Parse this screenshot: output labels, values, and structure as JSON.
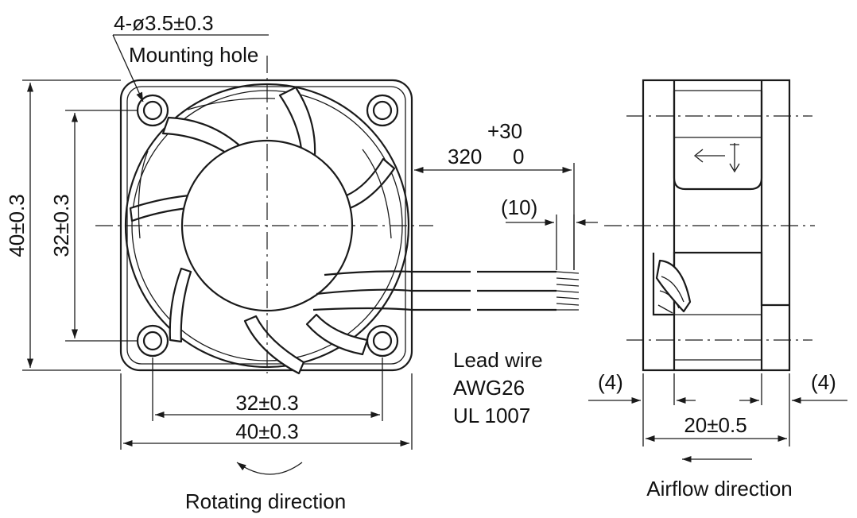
{
  "labels": {
    "hole_spec": "4-ø3.5±0.3",
    "hole_name": "Mounting hole",
    "height_outer": "40±0.3",
    "height_inner": "32±0.3",
    "width_inner": "32±0.3",
    "width_outer": "40±0.3",
    "lead_tol_plus": "+30",
    "lead_length": "320",
    "lead_tol_minus": "0",
    "strip_length": "(10)",
    "lead_wire_line1": "Lead wire",
    "lead_wire_line2": "AWG26",
    "lead_wire_line3": "UL 1007",
    "flange_left": "(4)",
    "flange_right": "(4)",
    "depth": "20±0.5",
    "rotating": "Rotating direction",
    "airflow": "Airflow direction"
  }
}
